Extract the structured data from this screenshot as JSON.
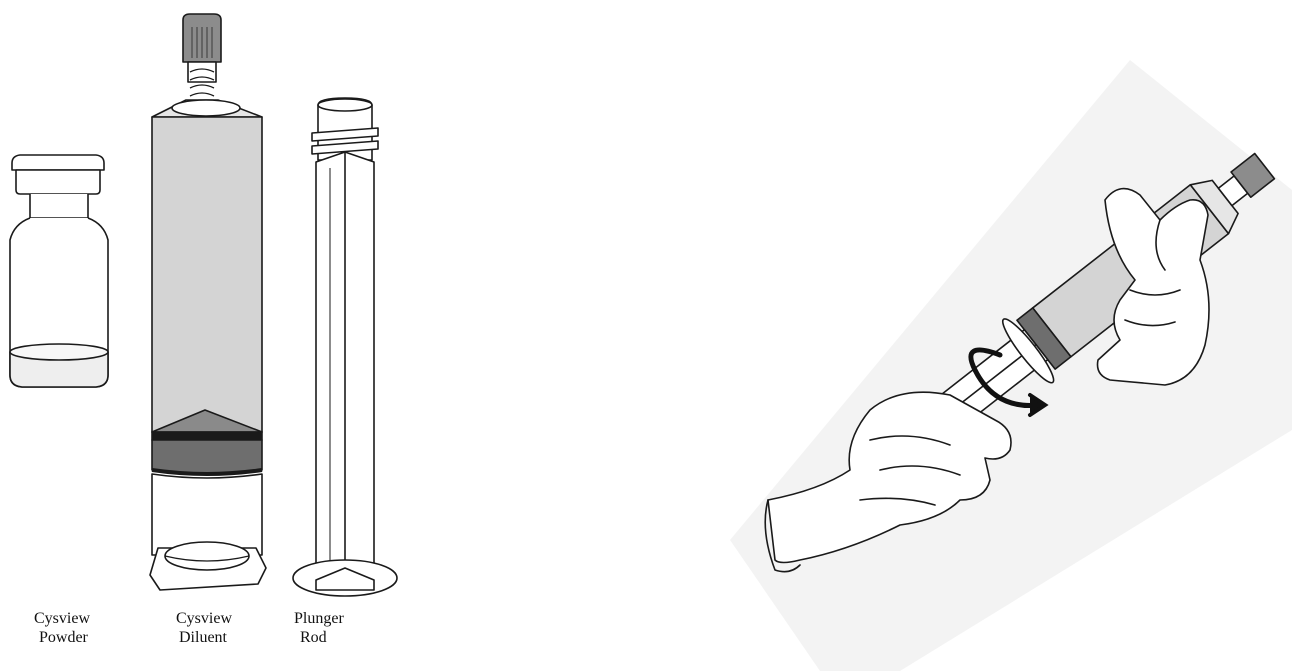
{
  "labels": {
    "powder": [
      "Cysview",
      "Powder"
    ],
    "diluent": [
      "Cysview",
      "Diluent"
    ],
    "plunger": [
      "Plunger",
      "Rod"
    ]
  },
  "colors": {
    "outline": "#1a1a1a",
    "liquid_gray": "#d4d4d4",
    "dark_gray": "#7a7a7a",
    "cap_gray": "#8c8c8c",
    "background_panel": "#f3f3f3",
    "glove": "#ffffff"
  },
  "icons": [
    "vial-icon",
    "prefilled-syringe-icon",
    "plunger-rod-icon",
    "hands-twisting-syringe-icon",
    "rotation-arrow-icon"
  ]
}
